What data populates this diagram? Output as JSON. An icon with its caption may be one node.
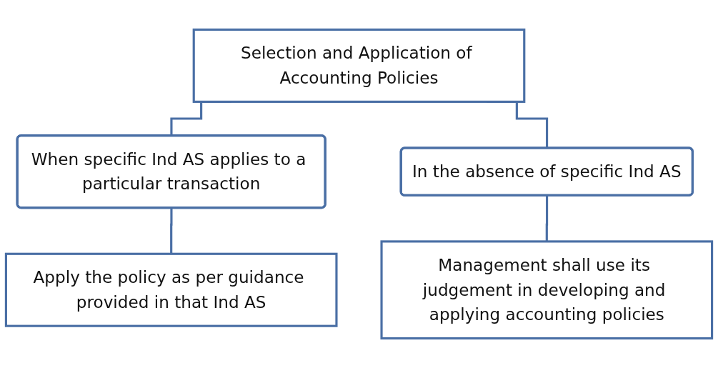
{
  "diagram": {
    "nodes": [
      {
        "text": [
          "Selection and Application of Accounting Policies"
        ]
      },
      {
        "text": [
          "When specific Ind AS applies to a particular transaction"
        ]
      },
      {
        "text": [
          "In the absence of specific Ind AS"
        ]
      },
      {
        "text": [
          "Apply the policy as per guidance provided in that Ind AS"
        ]
      },
      {
        "text": [
          "Management shall use its judgement in developing and applying accounting policies"
        ]
      }
    ],
    "edges": [
      {
        "from": 0,
        "to": 1,
        "arrow": "none"
      },
      {
        "from": 0,
        "to": 2,
        "arrow": "none"
      },
      {
        "from": 1,
        "to": 3,
        "arrow": "none"
      },
      {
        "from": 2,
        "to": 4,
        "arrow": "none"
      }
    ]
  }
}
